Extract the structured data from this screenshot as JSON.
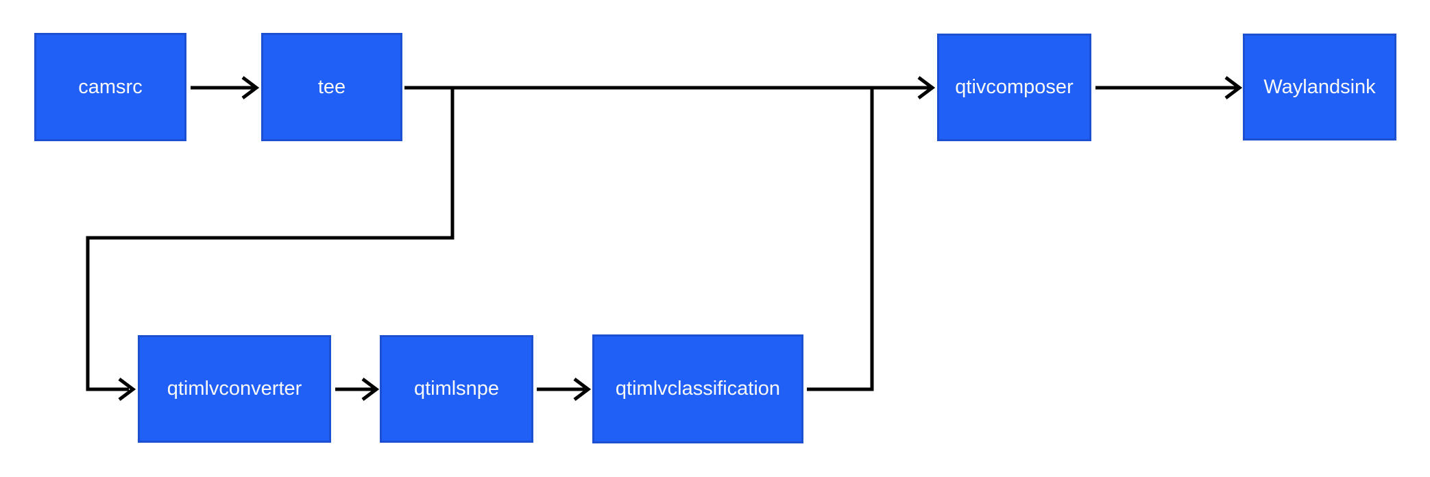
{
  "diagram": {
    "title": "",
    "colors": {
      "background": "#ffffff",
      "node_fill": "#2060f6",
      "node_border": "#1d50d0",
      "node_text": "#fafafa",
      "edge": "#000000"
    },
    "nodes": [
      {
        "id": "camsrc",
        "label": "camsrc"
      },
      {
        "id": "tee",
        "label": "tee"
      },
      {
        "id": "qtivcomposer",
        "label": "qtivcomposer"
      },
      {
        "id": "waylandsink",
        "label": "Waylandsink"
      },
      {
        "id": "qtimlvconverter",
        "label": "qtimlvconverter"
      },
      {
        "id": "qtimlsnpe",
        "label": "qtimlsnpe"
      },
      {
        "id": "qtimlvclassification",
        "label": "qtimlvclassification"
      }
    ],
    "edges": [
      {
        "from": "camsrc",
        "to": "tee"
      },
      {
        "from": "tee",
        "to": "qtivcomposer"
      },
      {
        "from": "qtivcomposer",
        "to": "Waylandsink"
      },
      {
        "from": "tee",
        "to": "qtimlvconverter"
      },
      {
        "from": "qtimlvconverter",
        "to": "qtimlsnpe"
      },
      {
        "from": "qtimlsnpe",
        "to": "qtimlvclassification"
      },
      {
        "from": "qtimlvclassification",
        "to": "qtivcomposer"
      }
    ]
  }
}
